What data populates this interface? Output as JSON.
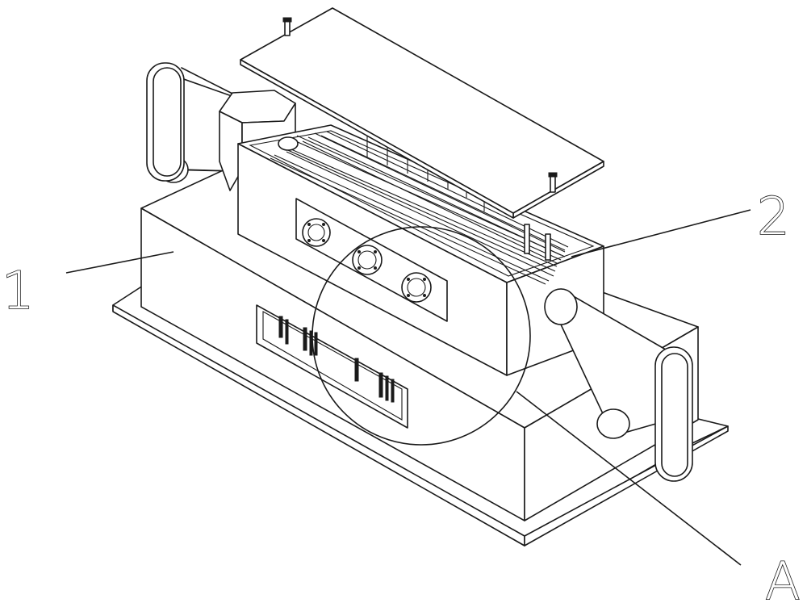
{
  "labels": {
    "housing": "1",
    "heat_exchanger": "2",
    "detail": "A"
  }
}
